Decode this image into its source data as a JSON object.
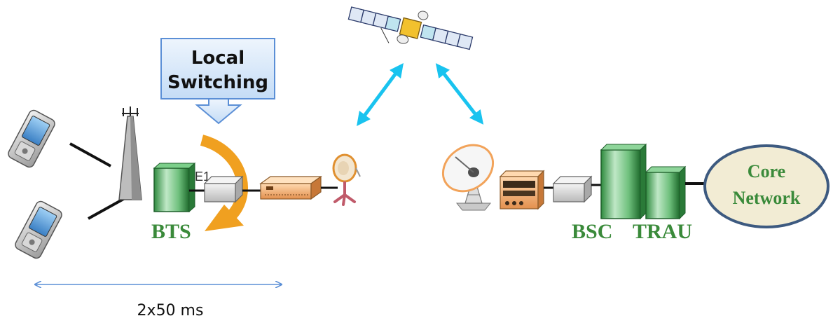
{
  "callout": {
    "line1": "Local",
    "line2": "Switching"
  },
  "labels": {
    "e1": "E1",
    "bts": "BTS",
    "bsc": "BSC",
    "trau": "TRAU",
    "core_line1": "Core",
    "core_line2": "Network",
    "delay": "2x50 ms"
  },
  "colors": {
    "satellite_link": "#19c3ef",
    "callout_fill": "#d6e8fb",
    "callout_border": "#5b8fd6",
    "switch_arrow": "#f0a020",
    "label_green": "#3a8a3a",
    "core_fill": "#f2ecd4",
    "core_border": "#3d5a80",
    "measure_arrow": "#5b8fd6"
  },
  "icons": [
    "phone-icon",
    "tower-antenna-icon",
    "bts-cabinet-icon",
    "e1-box-icon",
    "modem-icon",
    "small-dish-icon",
    "satellite-icon",
    "earth-station-dish-icon",
    "receiver-rack-icon",
    "switch-box-icon",
    "bsc-cabinet-icon",
    "trau-cabinet-icon"
  ]
}
